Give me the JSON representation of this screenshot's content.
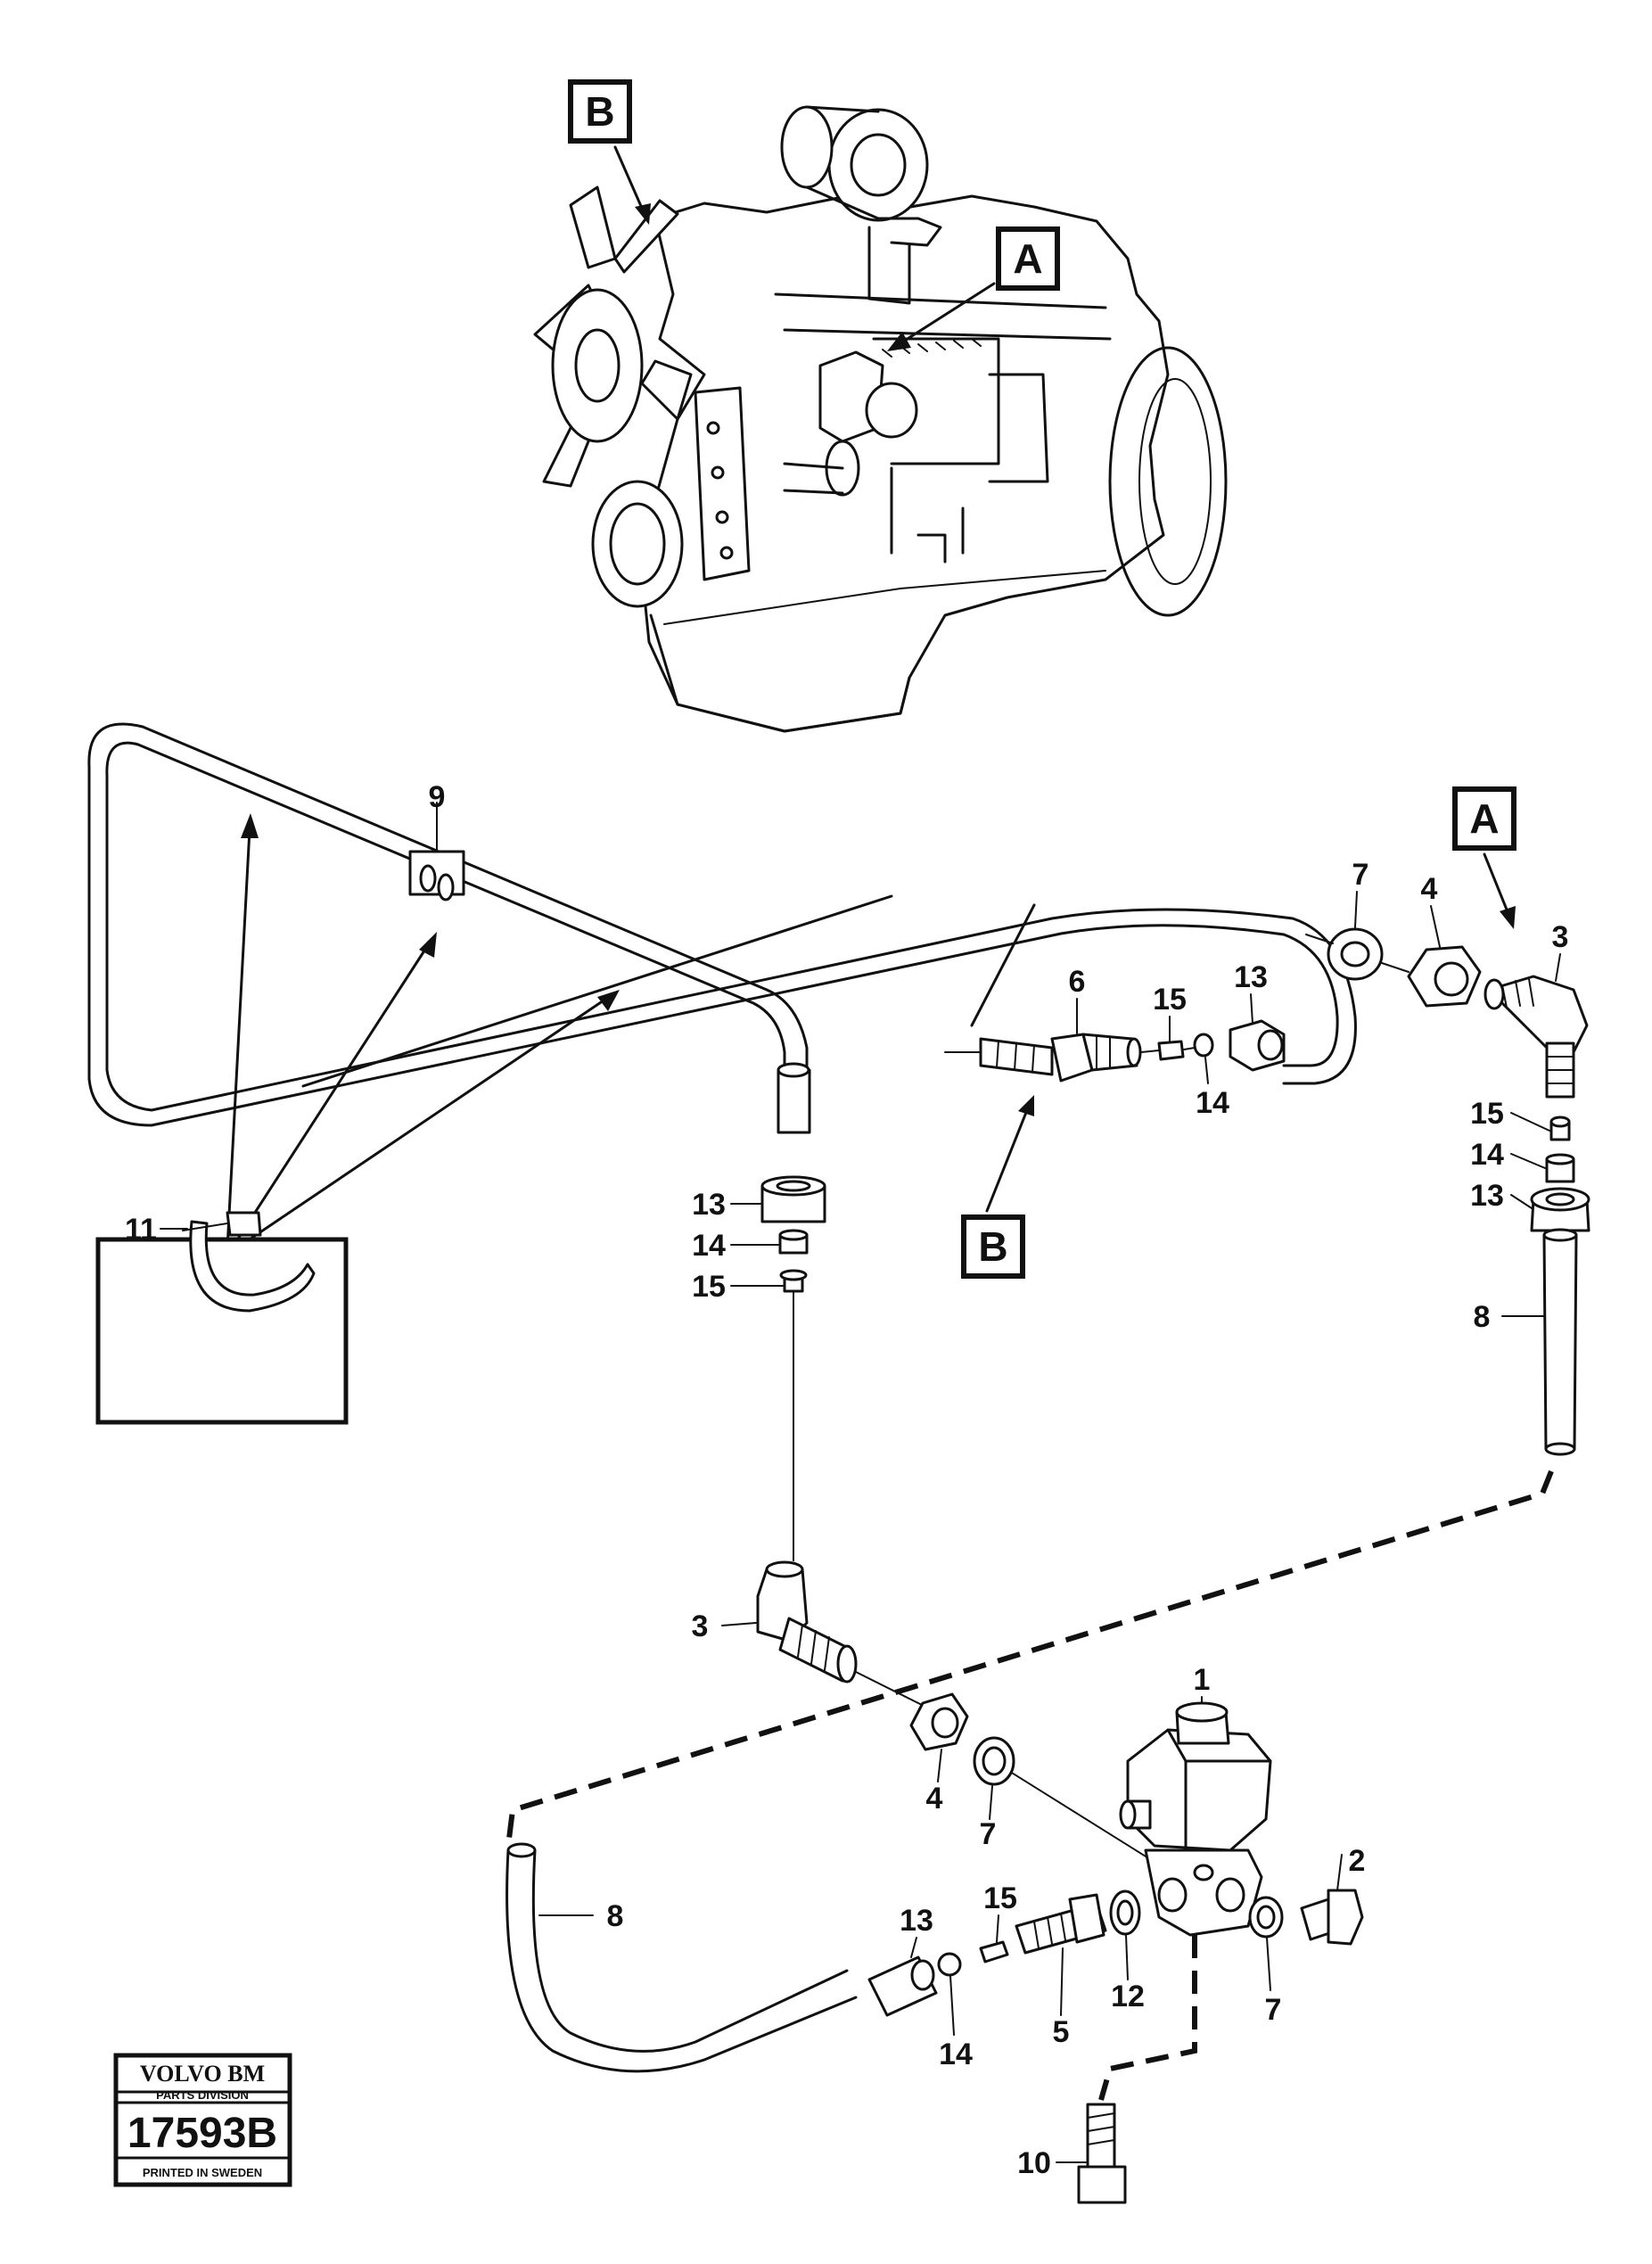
{
  "callout_boxes": {
    "engine_B": "B",
    "engine_A": "A",
    "right_A": "A",
    "mid_B": "B"
  },
  "part_labels": {
    "p9": "9",
    "p11": "11",
    "p13_left": "13",
    "p14_left": "14",
    "p15_left": "15",
    "p7_top": "7",
    "p4_top": "4",
    "p3_top": "3",
    "p6": "6",
    "p15_mid": "15",
    "p13_mid": "13",
    "p14_mid": "14",
    "p15_right": "15",
    "p14_right": "14",
    "p13_right": "13",
    "p8_right": "8",
    "p3_mid": "3",
    "p1": "1",
    "p4_low": "4",
    "p7_low": "7",
    "p2": "2",
    "p8_low": "8",
    "p13_low": "13",
    "p15_low": "15",
    "p14_low": "14",
    "p5": "5",
    "p12": "12",
    "p7_bottom": "7",
    "p10": "10"
  },
  "stamp": {
    "brand": "VOLVO BM",
    "division": "PARTS DIVISION",
    "number": "17593B",
    "printed": "PRINTED IN SWEDEN"
  }
}
